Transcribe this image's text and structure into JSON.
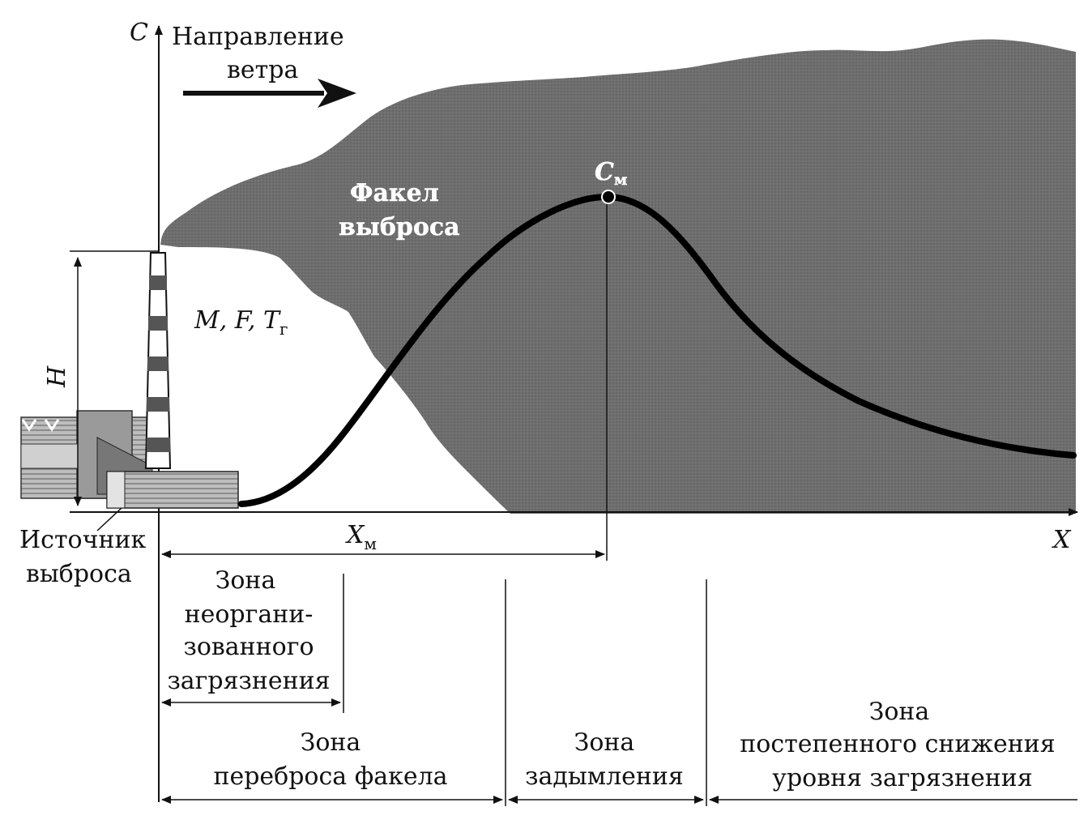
{
  "axes": {
    "y_label": "C",
    "x_label": "X",
    "h_label": "H"
  },
  "wind": {
    "line1": "Направление",
    "line2": "ветра"
  },
  "plume": {
    "line1": "Факел",
    "line2": "выброса"
  },
  "params": {
    "text": "M, F, T",
    "subscript": "г"
  },
  "peak": {
    "symbol": "C",
    "subscript": "м"
  },
  "xm": {
    "symbol": "X",
    "subscript": "м"
  },
  "source": {
    "line1": "Источник",
    "line2": "выброса"
  },
  "zones": {
    "unorganized": [
      "Зона",
      "неоргани-",
      "зованного",
      "загрязнения"
    ],
    "transfer": [
      "Зона",
      "переброса факела"
    ],
    "smoke": [
      "Зона",
      "задымления"
    ],
    "gradual": [
      "Зона",
      "постепенного снижения",
      "уровня загрязнения"
    ]
  },
  "colors": {
    "plume": "#6b6b6b",
    "curve": "#000000",
    "background": "#ffffff"
  }
}
